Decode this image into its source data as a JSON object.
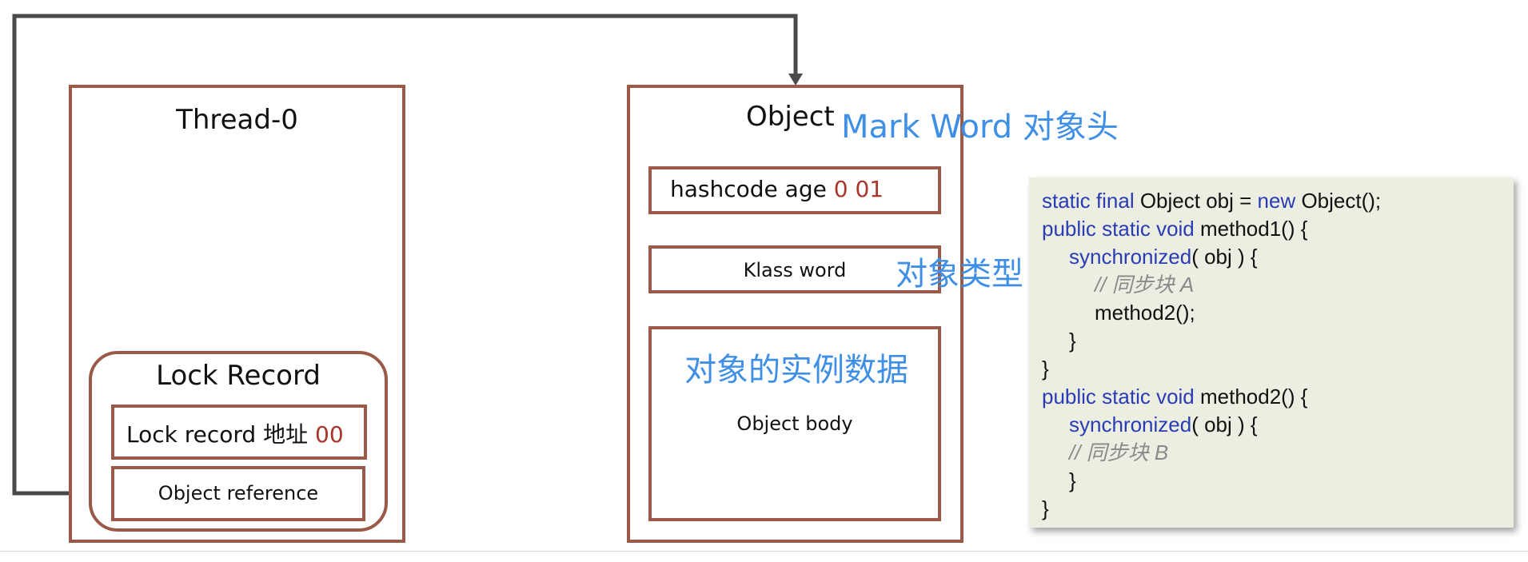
{
  "thread": {
    "title": "Thread-0",
    "lock_record": {
      "title": "Lock Record",
      "address_text": "Lock record 地址 ",
      "address_bits": "00",
      "reference_text": "Object reference"
    }
  },
  "object": {
    "title": "Object",
    "mark_word_text": "hashcode age ",
    "mark_word_bits": "0 01",
    "klass_word": "Klass word",
    "body": "Object body"
  },
  "annotations": {
    "mark_word": "Mark Word 对象头",
    "klass_type": "对象类型",
    "instance_data": "对象的实例数据"
  },
  "code": {
    "l1_kw": "static final",
    "l1_rest": " Object obj = ",
    "l1_kw2": "new",
    "l1_end": " Object();",
    "l2_kw": "public static void",
    "l2_rest": " method1() {",
    "l3_kw": "synchronized",
    "l3_rest": "( obj ) {",
    "l4_comment": "// 同步块 A",
    "l5": "method2();",
    "l6": "}",
    "l7": "}",
    "l8_kw": "public static void",
    "l8_rest": " method2() {",
    "l9_kw": "synchronized",
    "l9_rest": "( obj ) {",
    "l10_comment": "// 同步块 B",
    "l11": "}",
    "l12": "}"
  },
  "colors": {
    "box_border": "#9a5a47",
    "bits": "#a8362a",
    "annotation": "#3f8fe6",
    "keyword": "#2a3cb4",
    "comment": "#8a8a8a",
    "code_bg": "#eceee2",
    "connector": "#4a4a4a"
  }
}
